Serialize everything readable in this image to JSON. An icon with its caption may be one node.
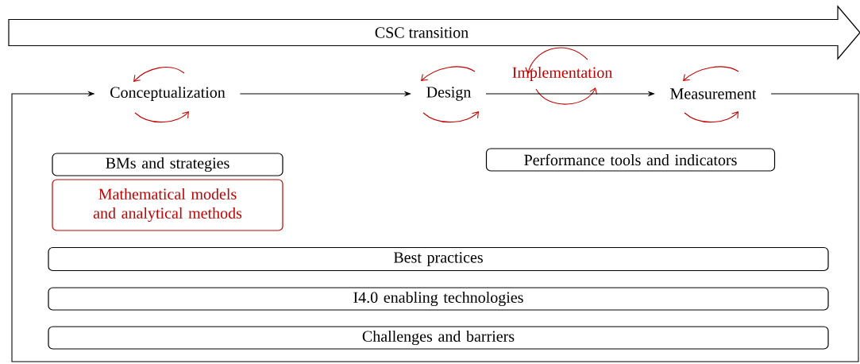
{
  "diagram": {
    "nodes": [
      {
        "text": [
          "CSC transition"
        ]
      },
      {
        "text": [
          "Conceptualization"
        ]
      },
      {
        "text": [
          "Design"
        ]
      },
      {
        "text": [
          "Implementation"
        ]
      },
      {
        "text": [
          "Measurement"
        ]
      },
      {
        "text": [
          "BMs and strategies"
        ]
      },
      {
        "text": [
          "Mathematical models and analytical methods"
        ]
      },
      {
        "text": [
          "Performance tools and indicators"
        ]
      },
      {
        "text": [
          "Best practices"
        ]
      },
      {
        "text": [
          "I4.0 enabling technologies"
        ]
      },
      {
        "text": [
          "Challenges and barriers"
        ]
      }
    ],
    "edges": [
      {
        "from": 1,
        "to": 2,
        "arrow": "to"
      },
      {
        "from": 2,
        "to": 4,
        "arrow": "to"
      },
      {
        "from": 4,
        "to": 1,
        "arrow": "to"
      }
    ]
  }
}
